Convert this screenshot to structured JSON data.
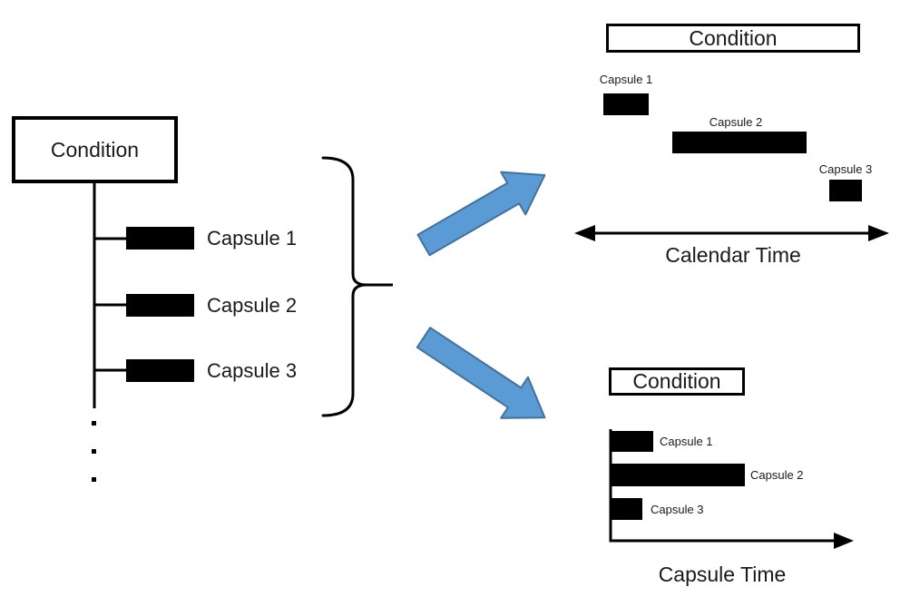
{
  "diagram": {
    "source": {
      "condition_label": "Condition",
      "capsules": [
        "Capsule 1",
        "Capsule 2",
        "Capsule 3"
      ],
      "ellipsis": "..."
    },
    "calendar_view": {
      "condition_label": "Condition",
      "capsules": [
        "Capsule 1",
        "Capsule 2",
        "Capsule 3"
      ],
      "axis_label": "Calendar Time"
    },
    "capsule_view": {
      "condition_label": "Condition",
      "capsules": [
        "Capsule 1",
        "Capsule 2",
        "Capsule 3"
      ],
      "axis_label": "Capsule Time"
    },
    "colors": {
      "arrow_fill": "#5b9bd5",
      "arrow_outline": "#41719c",
      "bar_color": "#000000",
      "line_color": "#000000"
    }
  }
}
